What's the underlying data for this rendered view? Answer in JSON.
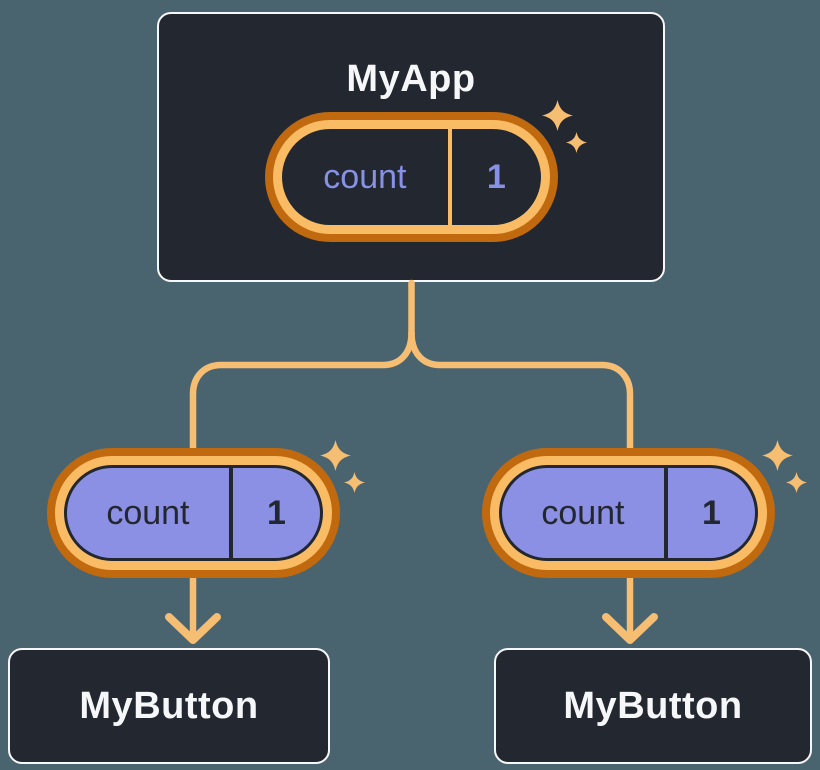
{
  "diagram": {
    "root": {
      "title": "MyApp",
      "state": {
        "label": "count",
        "value": "1"
      }
    },
    "children": [
      {
        "title": "MyButton",
        "state": {
          "label": "count",
          "value": "1"
        }
      },
      {
        "title": "MyButton",
        "state": {
          "label": "count",
          "value": "1"
        }
      }
    ]
  },
  "icons": {
    "sparkle": "four-point-sparkle"
  },
  "colors": {
    "canvas-bg": "#4A646F",
    "node-bg": "#23272F",
    "node-border": "#F6F7F9",
    "node-text": "#F6F7F9",
    "line": "#F6BE72",
    "ring-outer": "#C0690F",
    "ring-inner": "#F9BC64",
    "child-pill-fill": "#8B90E4",
    "dark-outline": "#23272F",
    "root-state-text": "#8791E6",
    "child-state-text": "#23272F"
  }
}
